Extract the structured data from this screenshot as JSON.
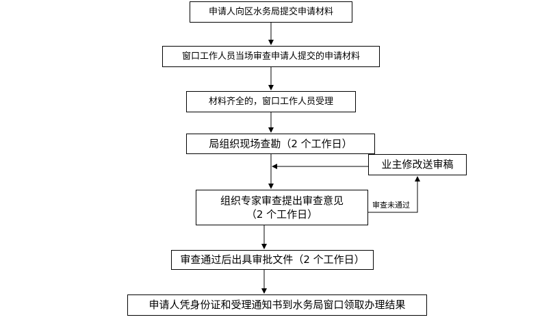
{
  "flow": {
    "step1": "申请人向区水务局提交申请材料",
    "step2": "窗口工作人员当场审查申请人提交的申请材料",
    "step3": "材料齐全的，窗口工作人员受理",
    "step4": "局组织现场查勘（2 个工作日）",
    "step5_line1": "组织专家审查提出审查意见",
    "step5_line2": "（2 个工作日）",
    "step6": "审查通过后出具审批文件（2 个工作日）",
    "step7": "申请人凭身份证和受理通知书到水务局窗口领取办理结果",
    "side_box": "业主修改送审稿",
    "reject_label": "审查未通过"
  }
}
